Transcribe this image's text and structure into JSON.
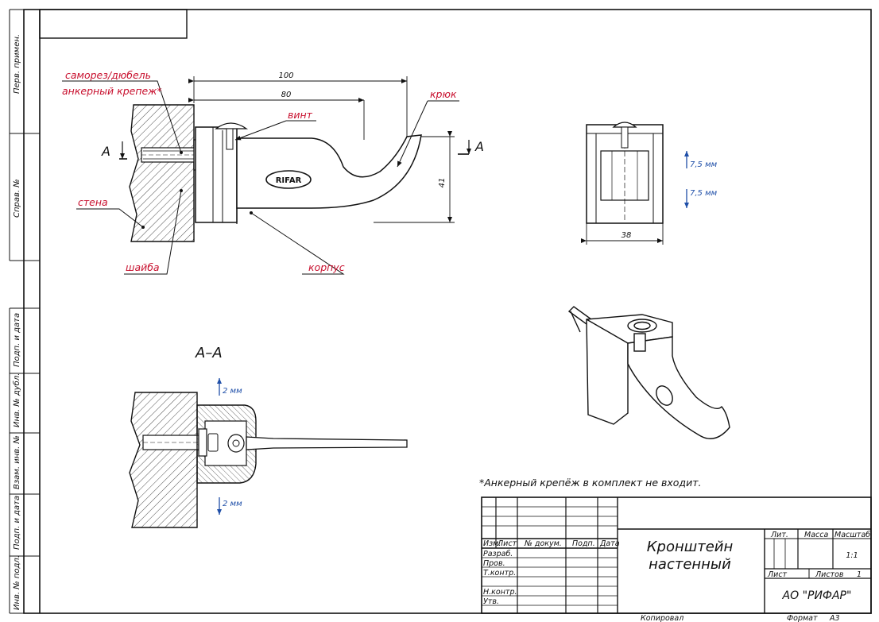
{
  "side_columns": [
    "Перв. примен.",
    "Справ. №",
    "Подп. и дата",
    "Инв. № дубл.",
    "Взам. инв. № ",
    "Подп. и дата",
    "Инв. № подл."
  ],
  "labels": {
    "samorez": "саморез/дюбель",
    "anker": "анкерный крепеж*",
    "vint": "винт",
    "kryuk": "крюк",
    "stena": "стена",
    "shaiba": "шайба",
    "korpus": "корпус",
    "brand": "RIFAR",
    "section_mark": "А",
    "section_title": "А–А"
  },
  "dimensions": {
    "d100": "100",
    "d80": "80",
    "d41": "41",
    "d38": "38",
    "gap_up": "7,5 мм",
    "gap_down": "7,5 мм",
    "sec_up": "2 мм",
    "sec_down": "2 мм"
  },
  "note": "*Анкерный крепёж в комплект не входит.",
  "title_block": {
    "col_headers": [
      "Изм.",
      "Лист",
      "№ докум.",
      "Подп.",
      "Дата"
    ],
    "row_labels": [
      "Разраб.",
      "Пров.",
      "Т.контр.",
      "",
      "Н.контр.",
      "Утв."
    ],
    "name_line1": "Кронштейн",
    "name_line2": "настенный",
    "lit": "Лит.",
    "massa": "Масса",
    "masshtab": "Масштаб",
    "scale": "1:1",
    "list": "Лист",
    "listov": "Листов",
    "listov_count": "1",
    "company": "АО \"РИФАР\"",
    "kopiroval": "Копировал",
    "format": "Формат",
    "format_value": "А3"
  }
}
